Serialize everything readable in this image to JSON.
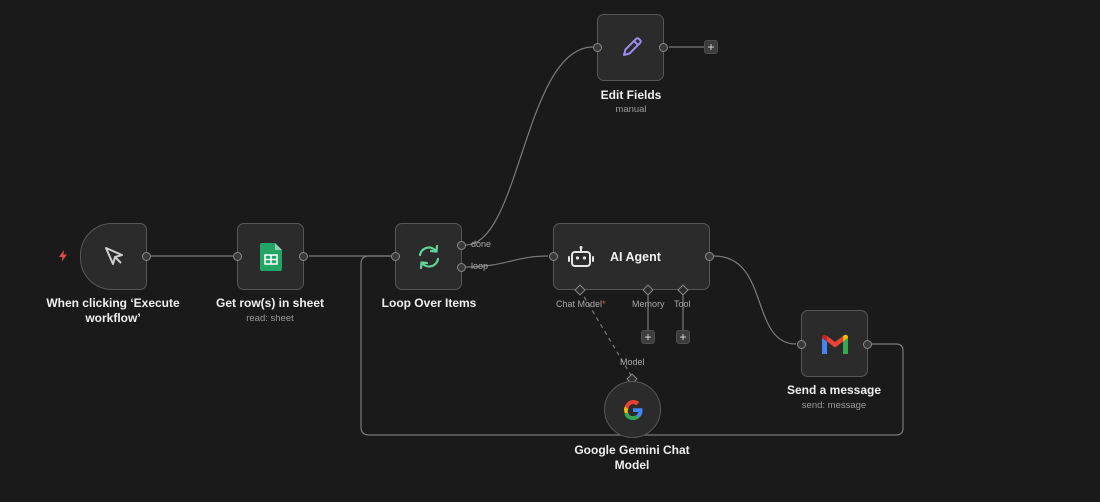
{
  "nodes": {
    "trigger": {
      "title": "When clicking ‘Execute workflow’",
      "icon": "cursor-arrow-icon"
    },
    "sheet": {
      "title": "Get row(s) in sheet",
      "subtitle": "read: sheet",
      "icon": "google-sheets-icon"
    },
    "loop": {
      "title": "Loop Over Items",
      "icon": "refresh-cycle-icon",
      "ports": {
        "done": "done",
        "loop": "loop"
      }
    },
    "edit": {
      "title": "Edit Fields",
      "subtitle": "manual",
      "icon": "pencil-icon"
    },
    "agent": {
      "title": "AI Agent",
      "icon": "robot-icon",
      "ports": {
        "chat_model": "Chat Model",
        "required_mark": "*",
        "memory": "Memory",
        "tool": "Tool"
      }
    },
    "gmail": {
      "title": "Send a message",
      "subtitle": "send: message",
      "icon": "gmail-icon"
    },
    "gemini": {
      "title": "Google Gemini Chat Model",
      "port_label": "Model",
      "icon": "google-g-icon"
    }
  },
  "buttons": {
    "add": "+"
  },
  "colors": {
    "background": "#1a1a1a",
    "node": "#2b2b2b",
    "border": "#575757",
    "edge": "#8a8a8a",
    "bolt": "#e0494f",
    "pencil": "#9a8cf0",
    "sheets": "#23a566",
    "loop_icon": "#5ed39a"
  }
}
